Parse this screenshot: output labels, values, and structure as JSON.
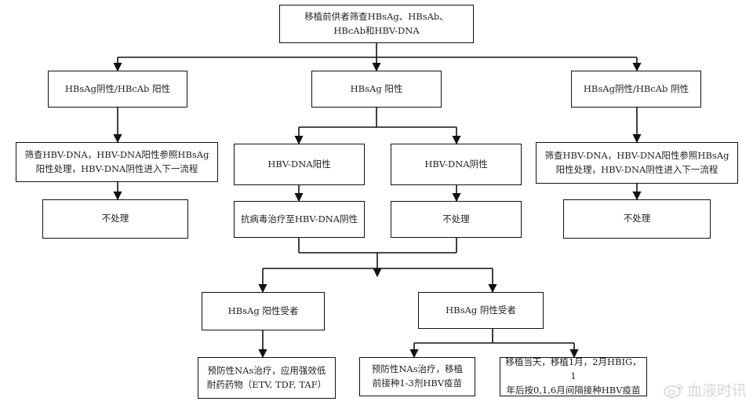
{
  "nodes": {
    "root": {
      "line1": "移植前供者筛查HBsAg、HBsAb、",
      "line2": "HBcAb和HBV-DNA"
    },
    "left_top": {
      "text": "HBsAg阴性/HBcAb 阳性"
    },
    "mid_top": {
      "text": "HBsAg 阳性"
    },
    "right_top": {
      "text": "HBsAg阴性/HBcAb 阴性"
    },
    "left_screen": {
      "line1": "筛查HBV-DNA，HBV-DNA阳性参照HBsAg",
      "line2": "阳性处理，HBV-DNA阴性进入下一流程"
    },
    "right_screen": {
      "line1": "筛查HBV-DNA，HBV-DNA阳性参照HBsAg",
      "line2": "阳性处理，HBV-DNA阴性进入下一流程"
    },
    "mid_dna_pos": {
      "text": "HBV-DNA阳性"
    },
    "mid_dna_neg": {
      "text": "HBV-DNA阴性"
    },
    "left_none": {
      "text": "不处理"
    },
    "mid_antiviral": {
      "text": "抗病毒治疗至HBV-DNA阴性"
    },
    "mid_none": {
      "text": "不处理"
    },
    "right_none": {
      "text": "不处理"
    },
    "recip_pos": {
      "text": "HBsAg 阳性受者"
    },
    "recip_neg": {
      "text": "HBsAg 阴性受者"
    },
    "pos_treat": {
      "line1": "预防性NAs治疗，应用强效低",
      "line2": "耐药药物（ETV, TDF, TAF）"
    },
    "neg_treat": {
      "line1": "预防性NAs治疗，移植",
      "line2": "前接种1-3剂HBV疫苗"
    },
    "neg_vaccine": {
      "line1": "移植当天，移植1月，2月HBIG，1",
      "line2": "年后按0,1,6月间隔接种HBV疫苗"
    }
  },
  "watermark": {
    "text": "血液时讯",
    "icon": "weibo-icon"
  },
  "colors": {
    "line": "#111111",
    "watermark": "#d7d7d7"
  }
}
